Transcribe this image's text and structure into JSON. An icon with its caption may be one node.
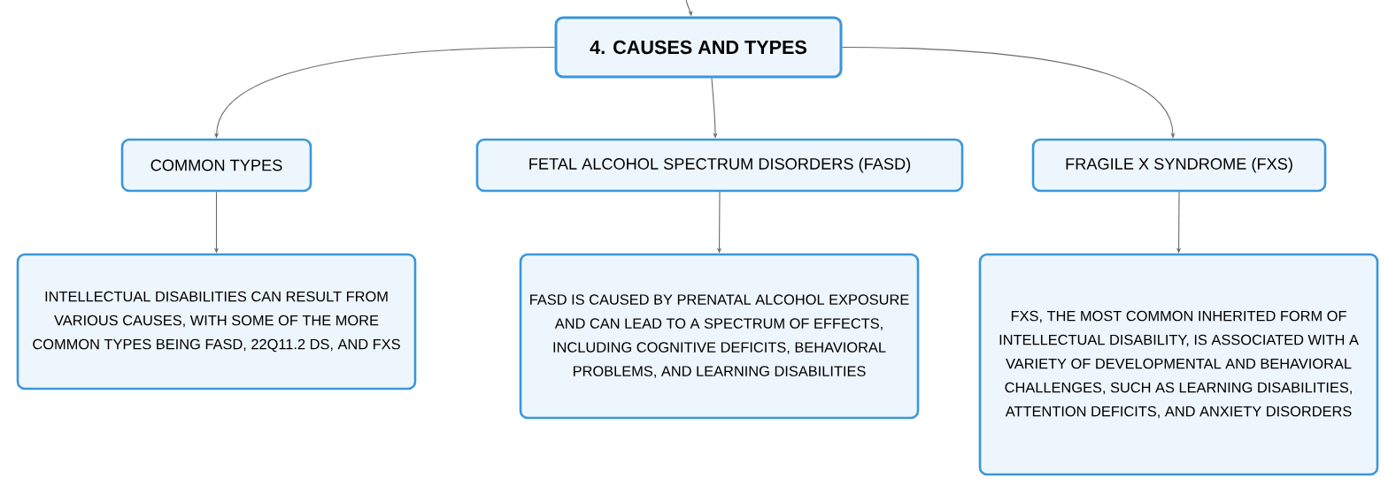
{
  "diagram": {
    "nodes": [
      {
        "text": [
          "4. CAUSES AND TYPES"
        ]
      },
      {
        "text": [
          "COMMON TYPES"
        ]
      },
      {
        "text": [
          "FETAL ALCOHOL SPECTRUM DISORDERS (FASD)"
        ]
      },
      {
        "text": [
          "FRAGILE X SYNDROME (FXS)"
        ]
      },
      {
        "text": [
          "INTELLECTUAL DISABILITIES CAN RESULT FROM VARIOUS CAUSES, WITH SOME OF THE MORE COMMON TYPES BEING FASD, 22Q11.2 DS, AND FXS"
        ]
      },
      {
        "text": [
          "FASD IS CAUSED BY PRENATAL ALCOHOL EXPOSURE AND CAN LEAD TO A SPECTRUM OF EFFECTS, INCLUDING COGNITIVE DEFICITS, BEHAVIORAL PROBLEMS, AND LEARNING DISABILITIES"
        ]
      },
      {
        "text": [
          "FXS, THE MOST COMMON INHERITED FORM OF INTELLECTUAL DISABILITY, IS ASSOCIATED WITH A VARIETY OF DEVELOPMENTAL AND BEHAVIORAL CHALLENGES, SUCH AS LEARNING DISABILITIES, ATTENTION DEFICITS, AND ANXIETY DISORDERS"
        ]
      }
    ],
    "edges": [
      {
        "from": null,
        "to": 0,
        "arrow": "to"
      },
      {
        "from": 0,
        "to": 1,
        "arrow": "to"
      },
      {
        "from": 0,
        "to": 2,
        "arrow": "to"
      },
      {
        "from": 0,
        "to": 3,
        "arrow": "to"
      },
      {
        "from": 1,
        "to": 4,
        "arrow": "to"
      },
      {
        "from": 2,
        "to": 5,
        "arrow": "to"
      },
      {
        "from": 3,
        "to": 6,
        "arrow": "to"
      }
    ]
  }
}
